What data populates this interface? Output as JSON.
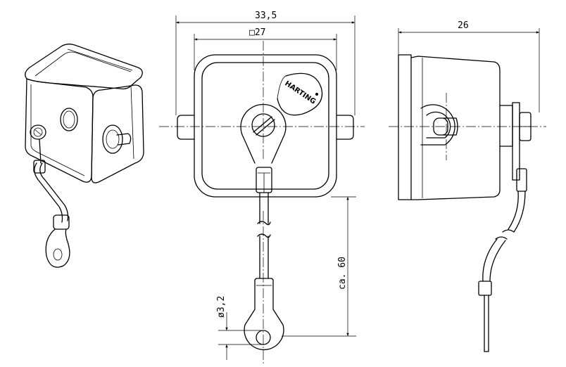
{
  "dimensions": {
    "overall_width": "33,5",
    "square_size": "□27",
    "depth": "26",
    "cable_length": "ca. 60",
    "hole_diameter": "ø3,2"
  },
  "brand": {
    "logo_text": "HARTING"
  }
}
